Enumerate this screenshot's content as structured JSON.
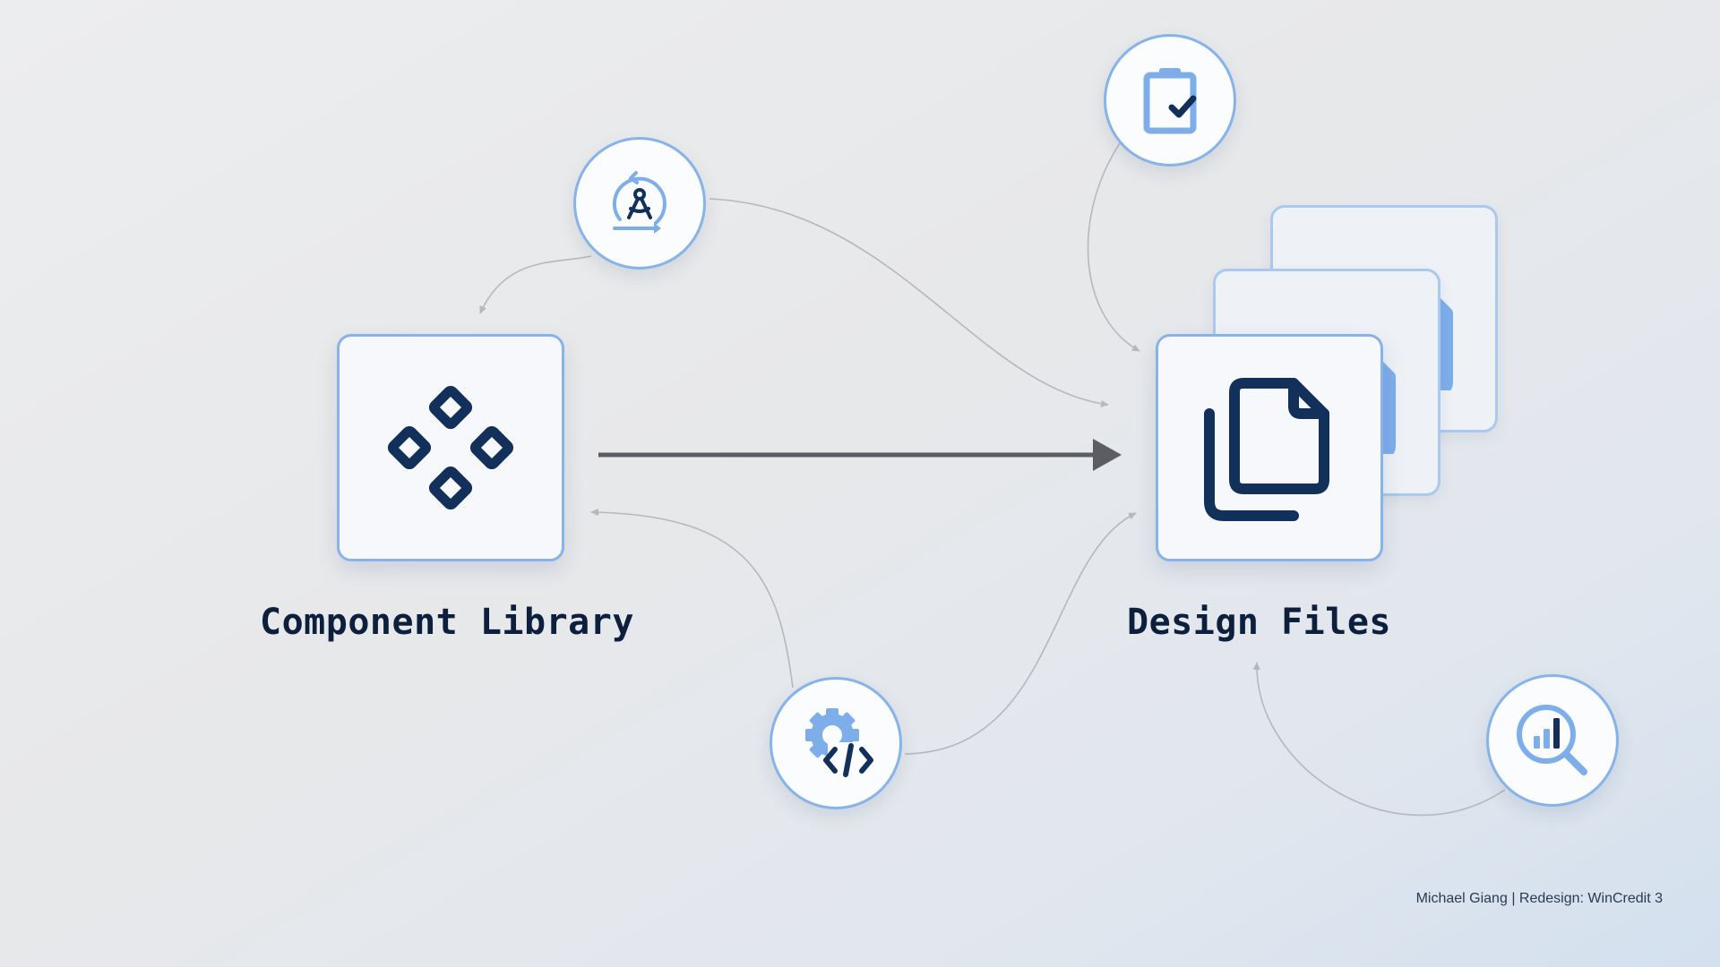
{
  "nodes": {
    "component_library": {
      "label": "Component Library",
      "icon": "component-diamond-icon"
    },
    "design_files": {
      "label": "Design Files",
      "icon": "copy-files-icon"
    }
  },
  "satellites": [
    {
      "name": "design-process",
      "icon": "compass-cycle-icon"
    },
    {
      "name": "approval",
      "icon": "clipboard-check-icon"
    },
    {
      "name": "development",
      "icon": "gear-code-icon"
    },
    {
      "name": "analytics",
      "icon": "magnifier-chart-icon"
    }
  ],
  "footer": {
    "author": "Michael Giang",
    "separator": "|",
    "project": "Redesign: WinCredit 3"
  },
  "colors": {
    "navy": "#12305a",
    "accent_blue": "#7eaeea",
    "card_border": "#86b3ea",
    "connector_gray": "#b5b8bd",
    "main_arrow": "#5b5d62"
  }
}
